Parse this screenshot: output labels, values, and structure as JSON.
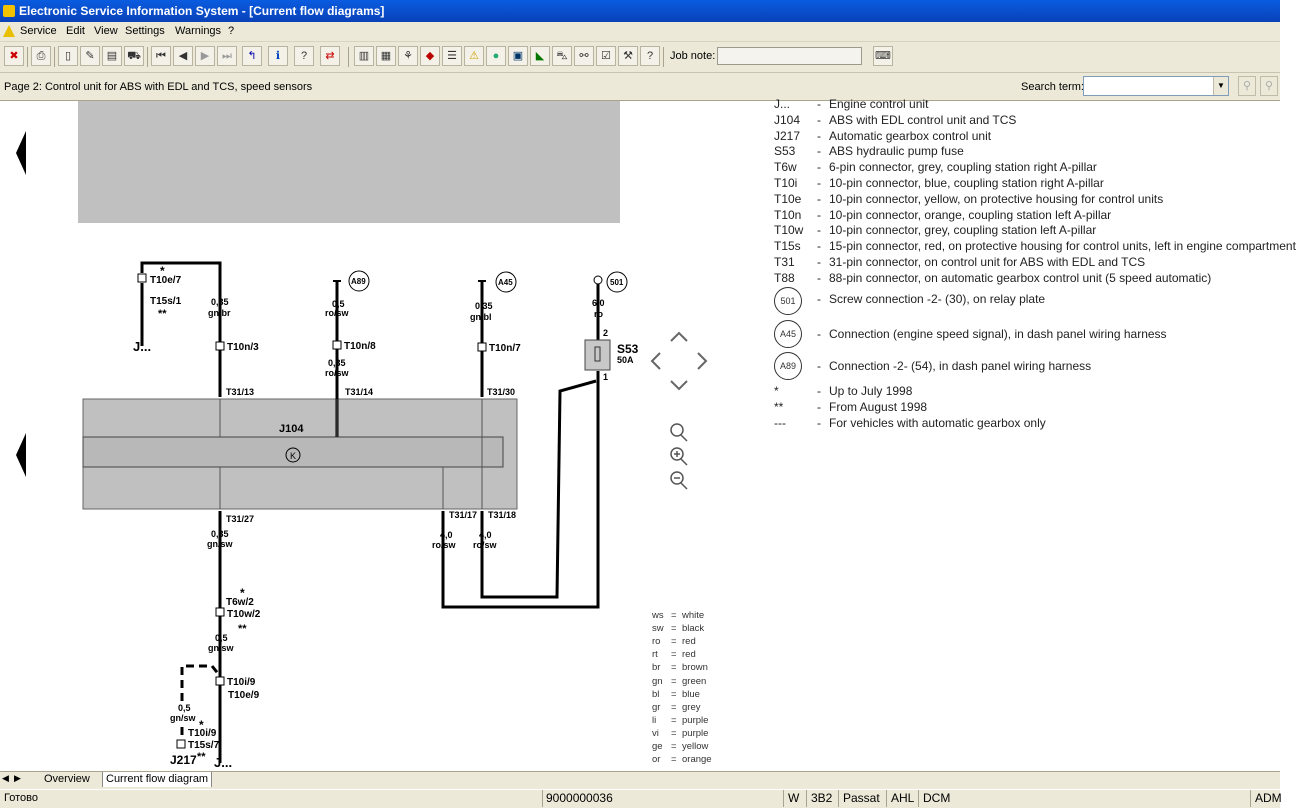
{
  "window": {
    "title": "Electronic Service Information System - [Current flow diagrams]"
  },
  "menu": [
    "Service",
    "Edit",
    "View",
    "Settings",
    "Warnings",
    "?"
  ],
  "toolbar": {
    "job_note_label": "Job note:",
    "job_note_value": "",
    "buttons": [
      "exit-icon",
      "print-icon",
      "new-document-icon",
      "edit-document-icon",
      "printer-doc-icon",
      "vehicle-icon",
      "first-page-icon",
      "prev-page-icon",
      "next-page-icon",
      "last-page-icon",
      "back-icon",
      "info-icon",
      "help-icon",
      "swap-icon",
      "manual-icon",
      "component-icon",
      "tree-icon",
      "book-icon",
      "list-icon",
      "warning-icon",
      "globe-icon",
      "disk-icon",
      "tag-icon",
      "car-icon",
      "link-icon",
      "checklist-icon",
      "tools-icon",
      "note-icon"
    ]
  },
  "infobar": {
    "page_description": "Page 2: Control unit for ABS with EDL and TCS, speed sensors",
    "search_label": "Search term:",
    "search_value": ""
  },
  "legend": [
    {
      "code": "J...",
      "text": "Engine control unit"
    },
    {
      "code": "J104",
      "text": "ABS with EDL control unit and TCS"
    },
    {
      "code": "J217",
      "text": "Automatic gearbox control unit"
    },
    {
      "code": "S53",
      "text": "ABS hydraulic pump fuse"
    },
    {
      "code": "T6w",
      "text": "6-pin connector, grey, coupling station right A-pillar"
    },
    {
      "code": "T10i",
      "text": "10-pin connector, blue, coupling station right A-pillar"
    },
    {
      "code": "T10e",
      "text": "10-pin connector, yellow, on protective housing for control units"
    },
    {
      "code": "T10n",
      "text": "10-pin connector, orange, coupling station left A-pillar"
    },
    {
      "code": "T10w",
      "text": "10-pin connector, grey, coupling station left A-pillar"
    },
    {
      "code": "T15s",
      "text": "15-pin connector, red, on protective housing for control units, left in engine compartment"
    },
    {
      "code": "T31",
      "text": "31-pin connector, on control unit for ABS with EDL and TCS"
    },
    {
      "code": "T88",
      "text": "88-pin connector, on automatic gearbox control unit (5 speed automatic)"
    }
  ],
  "legend_circles": [
    {
      "code": "501",
      "text": "Screw connection -2- (30), on relay plate"
    },
    {
      "code": "A45",
      "text": "Connection (engine speed signal), in dash panel wiring harness"
    },
    {
      "code": "A89",
      "text": "Connection -2- (54), in dash panel wiring harness"
    }
  ],
  "legend_notes": [
    {
      "code": "*",
      "text": "Up to July 1998"
    },
    {
      "code": "**",
      "text": "From August 1998"
    },
    {
      "code": "---",
      "text": "For vehicles with automatic gearbox only"
    }
  ],
  "color_codes": [
    {
      "code": "ws",
      "name": "white"
    },
    {
      "code": "sw",
      "name": "black"
    },
    {
      "code": "ro",
      "name": "red"
    },
    {
      "code": "rt",
      "name": "red"
    },
    {
      "code": "br",
      "name": "brown"
    },
    {
      "code": "gn",
      "name": "green"
    },
    {
      "code": "bl",
      "name": "blue"
    },
    {
      "code": "gr",
      "name": "grey"
    },
    {
      "code": "li",
      "name": "purple"
    },
    {
      "code": "vi",
      "name": "purple"
    },
    {
      "code": "ge",
      "name": "yellow"
    },
    {
      "code": "or",
      "name": "orange"
    }
  ],
  "diagram_labels": {
    "j104": "J104",
    "s53": "S53",
    "fuse_rating": "50A",
    "pin2": "2",
    "pin1": "1",
    "conn_501": "501",
    "conn_a45": "A45",
    "conn_a89": "A89",
    "t10e7": "T10e/7",
    "t15s1": "T15s/1",
    "j_dots": "J...",
    "w1_size": "0,35",
    "w1_color": "gn/br",
    "t10n3": "T10n/3",
    "t31_13": "T31/13",
    "w2_size": "0,5",
    "w2_color": "ro/sw",
    "t10n8": "T10n/8",
    "w2b_size": "0,35",
    "w2b_color": "ro/sw",
    "t31_14": "T31/14",
    "w3_size": "0,35",
    "w3_color": "gn/bl",
    "t10n7": "T10n/7",
    "t31_30": "T31/30",
    "w4_size": "6,0",
    "w4_color": "ro",
    "t31_27": "T31/27",
    "w5_size": "0,35",
    "w5_color": "gn/sw",
    "t6w2": "T6w/2",
    "t10w2": "T10w/2",
    "w6_size": "0,5",
    "w6_color": "gn/sw",
    "t10i9": "T10i/9",
    "t10e9": "T10e/9",
    "w7_size": "0,5",
    "w7_color": "gn/sw",
    "t10i9b": "T10i/9",
    "t15s7": "T15s/7",
    "j217": "J217",
    "j_dots2": "J...",
    "t31_17": "T31/17",
    "t31_18": "T31/18",
    "w8_size": "4,0",
    "w8_color": "ro/sw",
    "w9_size": "4,0",
    "w9_color": "ro/sw",
    "k": "K",
    "star": "*",
    "dstar": "**"
  },
  "tabs": [
    {
      "label": "Overview",
      "active": false
    },
    {
      "label": "Current flow diagram",
      "active": true
    }
  ],
  "statusbar": {
    "left": "Готово",
    "order": "9000000036",
    "w": "W",
    "model_code": "3B2",
    "model": "Passat",
    "engine": "AHL",
    "gearbox": "DCM",
    "user": "ADM"
  }
}
